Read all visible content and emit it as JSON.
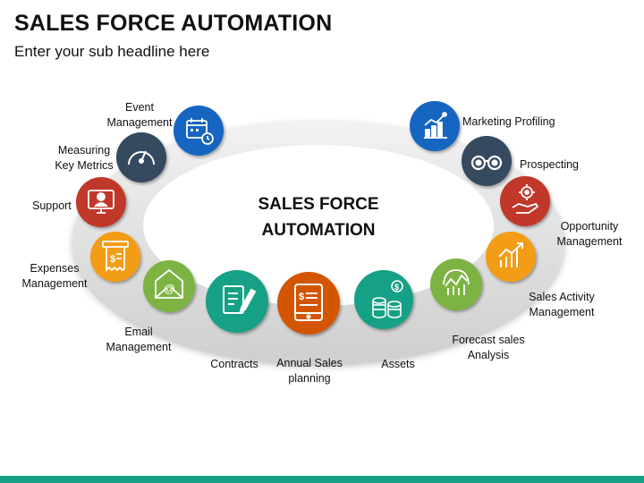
{
  "header": {
    "title": "SALES FORCE AUTOMATION",
    "subtitle": "Enter your sub headline here"
  },
  "diagram": {
    "center_line1": "SALES FORCE",
    "center_line2": "AUTOMATION",
    "nodes": [
      {
        "id": "event",
        "label1": "Event",
        "label2": "Management",
        "color": "#1565c0",
        "icon": "calendar-icon"
      },
      {
        "id": "metrics",
        "label1": "Measuring",
        "label2": "Key Metrics",
        "color": "#34495e",
        "icon": "gauge-icon"
      },
      {
        "id": "support",
        "label1": "Support",
        "label2": "",
        "color": "#c0392b",
        "icon": "support-agent-icon"
      },
      {
        "id": "expenses",
        "label1": "Expenses",
        "label2": "Management",
        "color": "#f39c12",
        "icon": "receipt-icon"
      },
      {
        "id": "email",
        "label1": "Email",
        "label2": "Management",
        "color": "#7cb342",
        "icon": "email-icon"
      },
      {
        "id": "contracts",
        "label1": "Contracts",
        "label2": "",
        "color": "#16a085",
        "icon": "contract-icon"
      },
      {
        "id": "annual",
        "label1": "Annual Sales",
        "label2": "planning",
        "color": "#d35400",
        "icon": "tablet-icon"
      },
      {
        "id": "assets",
        "label1": "Assets",
        "label2": "",
        "color": "#16a085",
        "icon": "coins-icon"
      },
      {
        "id": "forecast",
        "label1": "Forecast sales",
        "label2": "Analysis",
        "color": "#7cb342",
        "icon": "forecast-icon"
      },
      {
        "id": "activity",
        "label1": "Sales Activity",
        "label2": "Management",
        "color": "#f39c12",
        "icon": "growth-chart-icon"
      },
      {
        "id": "opportunity",
        "label1": "Opportunity",
        "label2": "Management",
        "color": "#c0392b",
        "icon": "gear-hand-icon"
      },
      {
        "id": "prospecting",
        "label1": "Prospecting",
        "label2": "",
        "color": "#34495e",
        "icon": "binoculars-icon"
      },
      {
        "id": "marketing",
        "label1": "Marketing Profiling",
        "label2": "",
        "color": "#1565c0",
        "icon": "bar-chart-icon"
      }
    ]
  }
}
